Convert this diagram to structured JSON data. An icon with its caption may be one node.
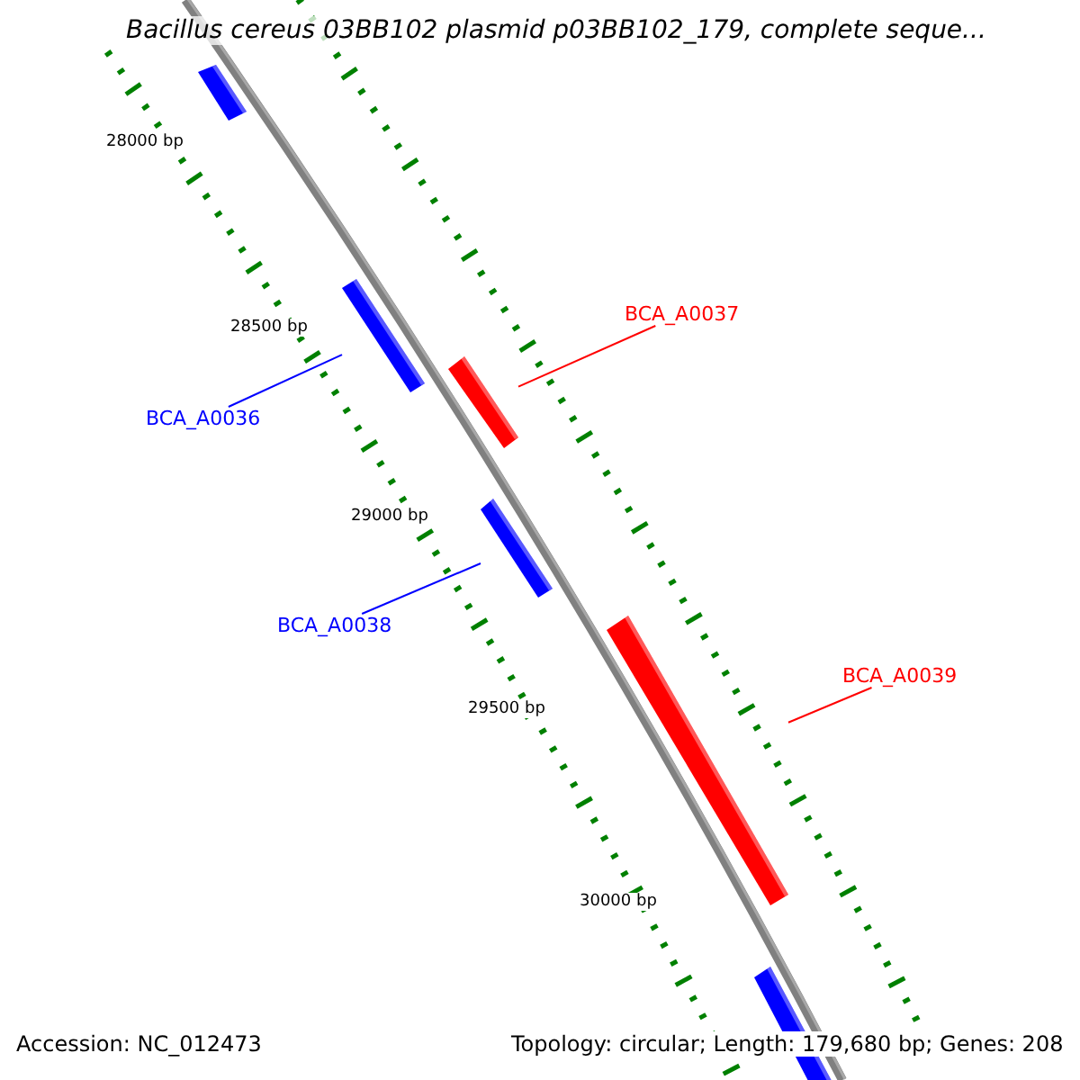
{
  "diagram": {
    "title": "Bacillus cereus 03BB102 plasmid p03BB102_179, complete seque...",
    "nodes": [
      {
        "text": [],
        "shape": "bar"
      },
      {
        "text": [
          "BCA_A0037"
        ]
      },
      {
        "text": [],
        "shape": "bar"
      },
      {
        "text": [
          "BCA_A0036"
        ]
      },
      {
        "text": [],
        "shape": "bar"
      },
      {
        "text": [],
        "shape": "bar"
      },
      {
        "text": [
          "BCA_A0038"
        ]
      },
      {
        "text": [],
        "shape": "bar"
      },
      {
        "text": [
          "BCA_A0039"
        ]
      },
      {
        "text": [],
        "shape": "bar"
      }
    ],
    "edges": [
      {
        "from": 3,
        "to": 2,
        "arrow": "none",
        "color": "#0000ff"
      },
      {
        "from": 1,
        "to": 4,
        "arrow": "none",
        "color": "#ff0000"
      },
      {
        "from": 6,
        "to": 5,
        "arrow": "none",
        "color": "#0000ff"
      },
      {
        "from": 8,
        "to": 7,
        "arrow": "none",
        "color": "#ff0000"
      }
    ],
    "labels": [
      "28000 bp",
      "28500 bp",
      "29000 bp",
      "29500 bp",
      "30000 bp",
      "Accession: NC_012473",
      "Topology: circular; Length: 179,680 bp; Genes: 208"
    ]
  }
}
